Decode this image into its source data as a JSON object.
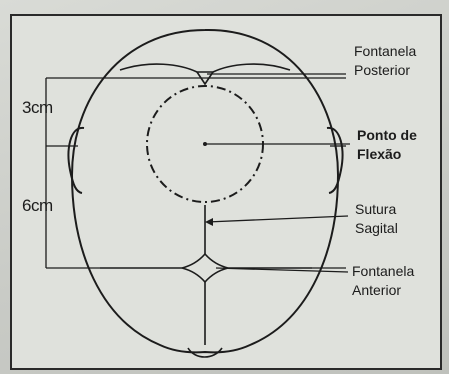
{
  "labels": {
    "fontanela_posterior": [
      "Fontanela",
      "Posterior"
    ],
    "ponto_de_flexao": [
      "Ponto de",
      "Flexão"
    ],
    "sutura_sagital": [
      "Sutura",
      "Sagital"
    ],
    "fontanela_anterior": [
      "Fontanela",
      "Anterior"
    ],
    "dim_3cm": "3cm",
    "dim_6cm": "6cm"
  },
  "colors": {
    "ink": "#1c1c1c",
    "card": "#dfe1dc",
    "background": "#cfd1cc"
  }
}
